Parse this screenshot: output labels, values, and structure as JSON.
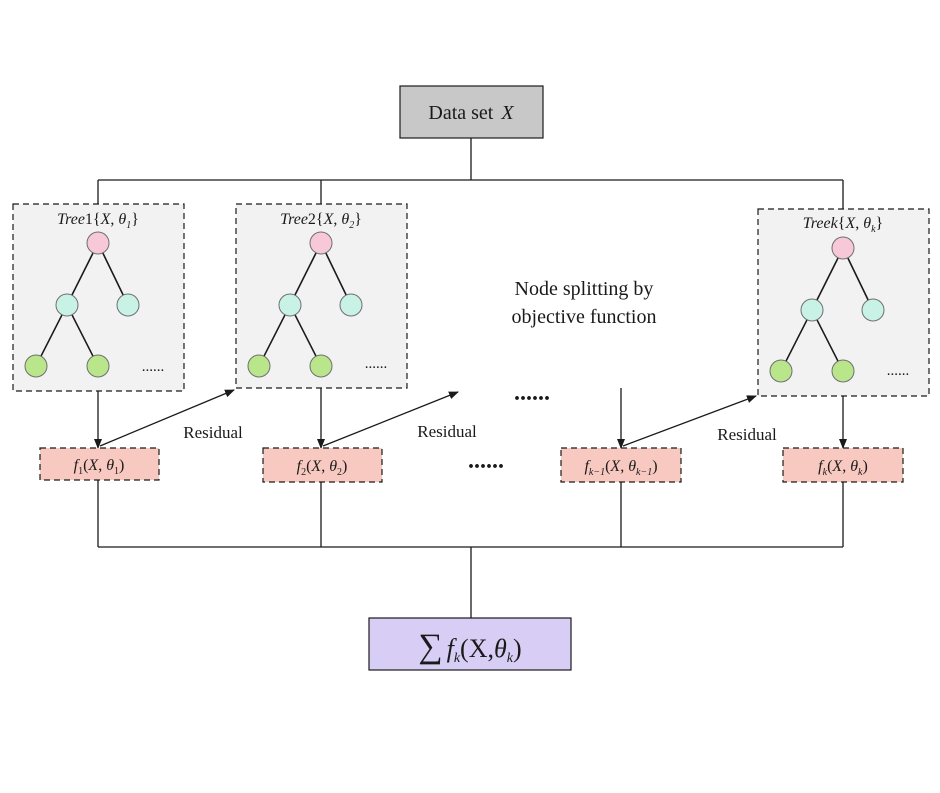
{
  "colors": {
    "dataset_fill": "#c8c8c8",
    "tree_panel_fill": "#f2f2f2",
    "output_fill": "#f8c9c0",
    "sum_fill": "#d7cdf5",
    "root_node": "#f7c8d8",
    "mid_node": "#c8f2e6",
    "leaf_node": "#b9e68a",
    "line": "#1a1a1a"
  },
  "dataset": {
    "text": "Data set",
    "var": "X"
  },
  "trees": [
    {
      "name": "Tree",
      "idx": "1",
      "sub": "1",
      "ellipsis": "......"
    },
    {
      "name": "Tree",
      "idx": "2",
      "sub": "2",
      "ellipsis": "......"
    },
    {
      "name": "Tree",
      "idx": "k",
      "sub": "k",
      "ellipsis": "......"
    }
  ],
  "outputs": [
    {
      "sub": "1",
      "theta_sub": "1"
    },
    {
      "sub": "2",
      "theta_sub": "2"
    },
    {
      "sub": "k−1",
      "theta_sub": "k−1"
    },
    {
      "sub": "k",
      "theta_sub": "k"
    }
  ],
  "residual_labels": [
    "Residual",
    "Residual",
    "Residual"
  ],
  "node_splitting": {
    "line1": "Node splitting by",
    "line2": "objective function"
  },
  "ellipsis_mid_top": "......",
  "ellipsis_mid_bottom": "......",
  "sum": {
    "symbol": "∑",
    "f": "f",
    "sub": "k",
    "args_open": "(X,",
    "theta": "θ",
    "theta_sub": "k",
    "args_close": ")"
  }
}
